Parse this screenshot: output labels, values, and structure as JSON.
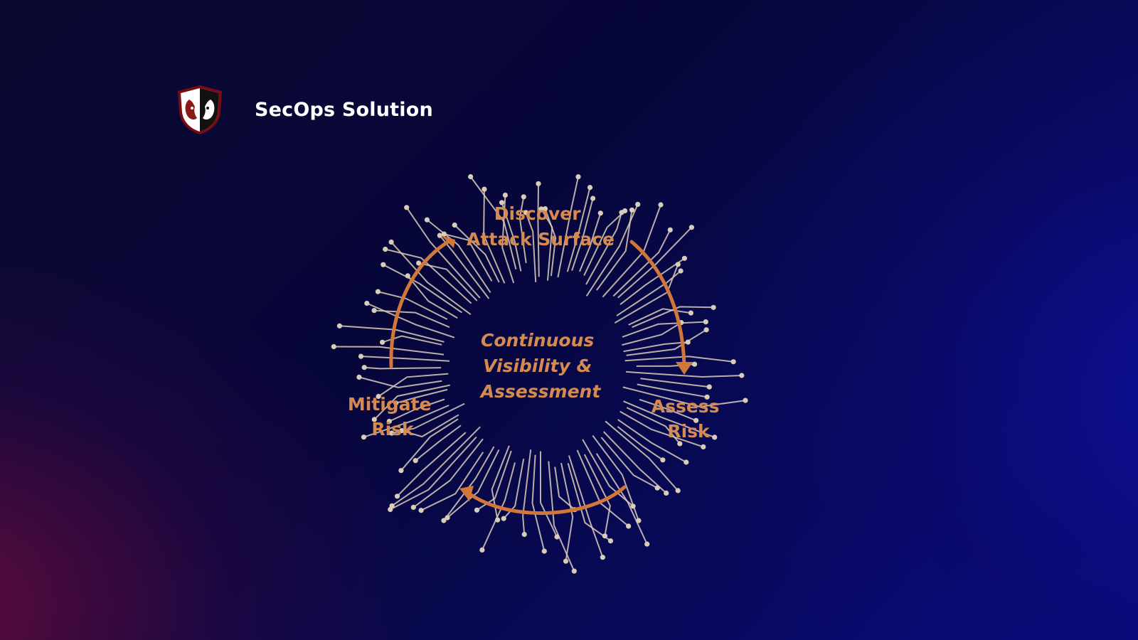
{
  "brand": {
    "name": "SecOps Solution",
    "logo_icon": "shield-lion-icon"
  },
  "diagram": {
    "center": {
      "lines": [
        "Continuous",
        "Visibility &",
        "Assessment"
      ]
    },
    "stages": [
      {
        "id": "discover",
        "lines": [
          "Discover",
          "Attack Surface"
        ]
      },
      {
        "id": "assess",
        "lines": [
          "Assess",
          "Risk"
        ]
      },
      {
        "id": "mitigate",
        "lines": [
          "Mitigate",
          "Risk"
        ]
      }
    ],
    "colors": {
      "accent": "#d2763a",
      "circuit": "#d9cdb8",
      "text": "#d58a52"
    }
  }
}
